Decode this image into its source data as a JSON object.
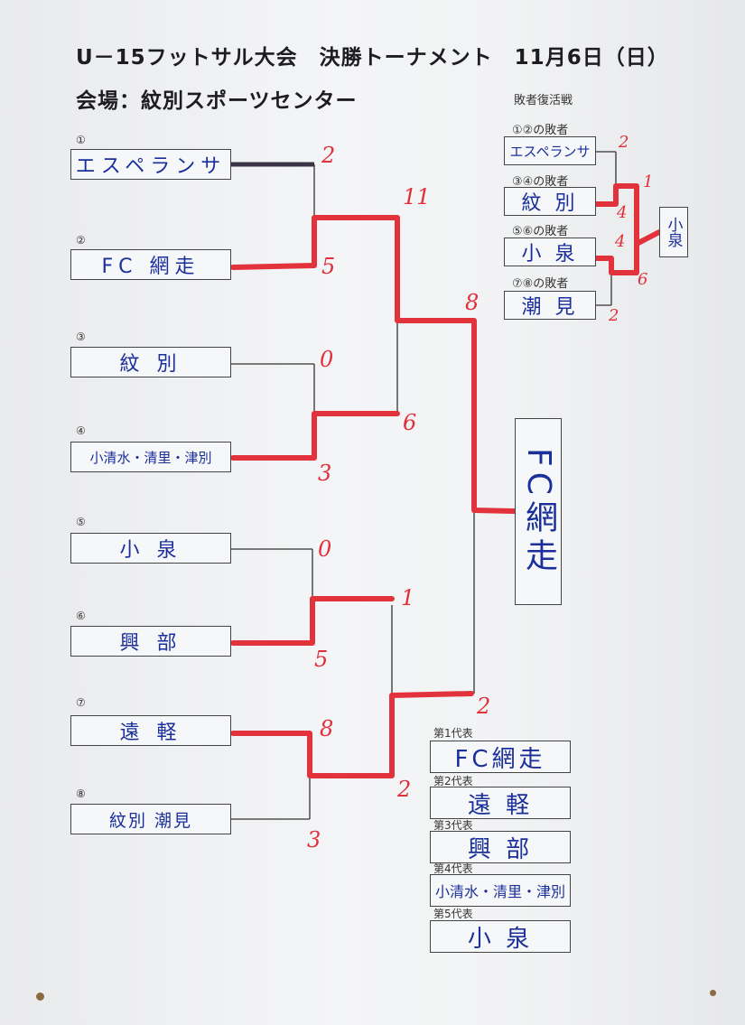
{
  "title": "U－15フットサル大会　決勝トーナメント　11月6日（日）",
  "venue": "会場：紋別スポーツセンター",
  "teams": [
    {
      "num": "①",
      "name": "エスペランサ",
      "score": "2"
    },
    {
      "num": "②",
      "name": "FC 網走",
      "score": "5"
    },
    {
      "num": "③",
      "name": "紋 別",
      "score": "0"
    },
    {
      "num": "④",
      "name": "小清水・清里・津別",
      "score": "3"
    },
    {
      "num": "⑤",
      "name": "小 泉",
      "score": "0"
    },
    {
      "num": "⑥",
      "name": "興 部",
      "score": "5"
    },
    {
      "num": "⑦",
      "name": "遠 軽",
      "score": "8"
    },
    {
      "num": "⑧",
      "name": "紋別 潮見",
      "score": "3"
    }
  ],
  "round2_scores": {
    "top": "11",
    "second": "6",
    "third": "1",
    "fourth": "2"
  },
  "final_scores": {
    "top": "8",
    "bottom": "2"
  },
  "champion": "FC網走",
  "losers_round": {
    "header": "敗者復活戦",
    "entries": [
      {
        "label": "①②の敗者",
        "team": "エスペランサ",
        "score": "2"
      },
      {
        "label": "③④の敗者",
        "team": "紋 別",
        "score": "4"
      },
      {
        "label": "⑤⑥の敗者",
        "team": "小 泉",
        "score": "4"
      },
      {
        "label": "⑦⑧の敗者",
        "team": "潮 見",
        "score": "2"
      }
    ],
    "final_scores": {
      "top": "1",
      "bottom": "6"
    },
    "winner": "小泉"
  },
  "representatives": [
    {
      "label": "第1代表",
      "team": "FC網走"
    },
    {
      "label": "第2代表",
      "team": "遠 軽"
    },
    {
      "label": "第3代表",
      "team": "興 部"
    },
    {
      "label": "第4代表",
      "team": "小清水・清里・津別"
    },
    {
      "label": "第5代表",
      "team": "小 泉"
    }
  ],
  "colors": {
    "winner_line": "#e2323c",
    "team_text": "#1a2f9a",
    "line": "#333333"
  }
}
